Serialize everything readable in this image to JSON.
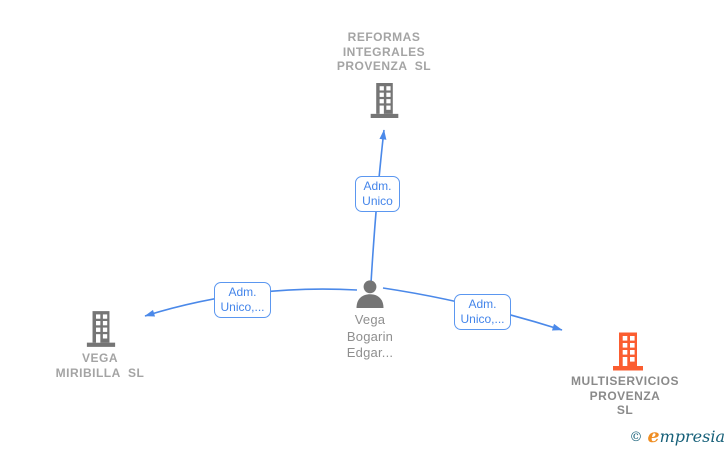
{
  "diagram": {
    "nodes": {
      "company_top": {
        "label_lines": [
          "REFORMAS",
          "INTEGRALES",
          "PROVENZA  SL"
        ]
      },
      "company_left": {
        "label_lines": [
          "VEGA",
          "MIRIBILLA  SL"
        ]
      },
      "company_right": {
        "label_lines": [
          "MULTISERVICIOS",
          "PROVENZA",
          "SL"
        ]
      },
      "person": {
        "label_lines": [
          "Vega",
          "Bogarin",
          "Edgar..."
        ]
      }
    },
    "edge_labels": {
      "top": [
        "Adm.",
        "Unico"
      ],
      "left": [
        "Adm.",
        "Unico,..."
      ],
      "right": [
        "Adm.",
        "Unico,..."
      ]
    },
    "colors": {
      "edge_blue": "#4b89e9",
      "edge_label_border": "#5b97f0",
      "edge_label_text": "#4485ea",
      "company_icon_gray": "#757575",
      "company_icon_selected_orange": "#fb5d30",
      "company_label_gray": "#a4a4a4",
      "company_label_selected_gray": "#8a8a8a",
      "person_icon_gray": "#757575",
      "person_label_gray": "#8f8f8f",
      "brand_teal": "#166079",
      "brand_orange": "#ef8d22"
    }
  },
  "footer": {
    "copyright_symbol": "©",
    "brand_initial": "e",
    "brand_rest": "mpresia"
  }
}
